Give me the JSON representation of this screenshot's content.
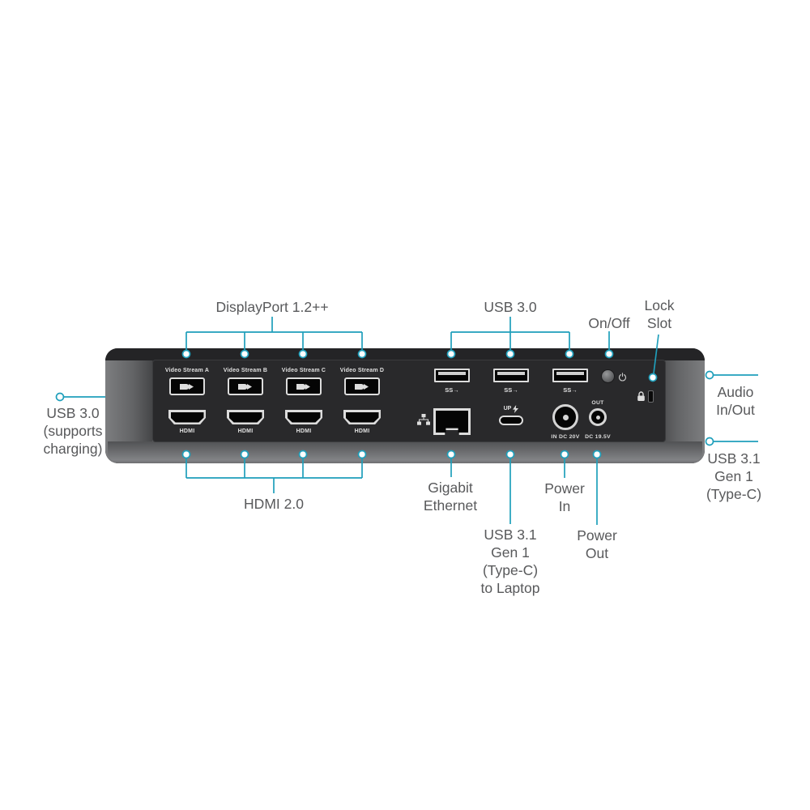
{
  "colors": {
    "accent": "#1F9FBB",
    "label_text": "#58595B"
  },
  "callouts": {
    "displayport": {
      "label": "DisplayPort 1.2++"
    },
    "usb30_top": {
      "label": "USB 3.0"
    },
    "on_off": {
      "label": "On/Off"
    },
    "lock_slot": {
      "lines": [
        "Lock",
        "Slot"
      ]
    },
    "usb30_left": {
      "lines": [
        "USB 3.0",
        "(supports",
        "charging)"
      ]
    },
    "audio_right": {
      "lines": [
        "Audio",
        "In/Out"
      ]
    },
    "usb31_right": {
      "lines": [
        "USB 3.1",
        "Gen 1",
        "(Type-C)"
      ]
    },
    "hdmi_bottom": {
      "label": "HDMI 2.0"
    },
    "ethernet": {
      "lines": [
        "Gigabit",
        "Ethernet"
      ]
    },
    "usbc_host": {
      "lines": [
        "USB 3.1",
        "Gen 1",
        "(Type-C)",
        "to Laptop"
      ]
    },
    "power_in": {
      "lines": [
        "Power",
        "In"
      ]
    },
    "power_out": {
      "lines": [
        "Power",
        "Out"
      ]
    }
  },
  "dock": {
    "video_streams": [
      {
        "label": "Video Stream A",
        "hdmi_label": "HDMI"
      },
      {
        "label": "Video Stream B",
        "hdmi_label": "HDMI"
      },
      {
        "label": "Video Stream C",
        "hdmi_label": "HDMI"
      },
      {
        "label": "Video Stream D",
        "hdmi_label": "HDMI"
      }
    ],
    "ss_usb_icon": "SS→",
    "usbc_up_label": "UP",
    "dc_in_label": "IN DC 20V",
    "dc_out_label": "OUT",
    "dc_out_voltage": "DC 19.5V"
  }
}
